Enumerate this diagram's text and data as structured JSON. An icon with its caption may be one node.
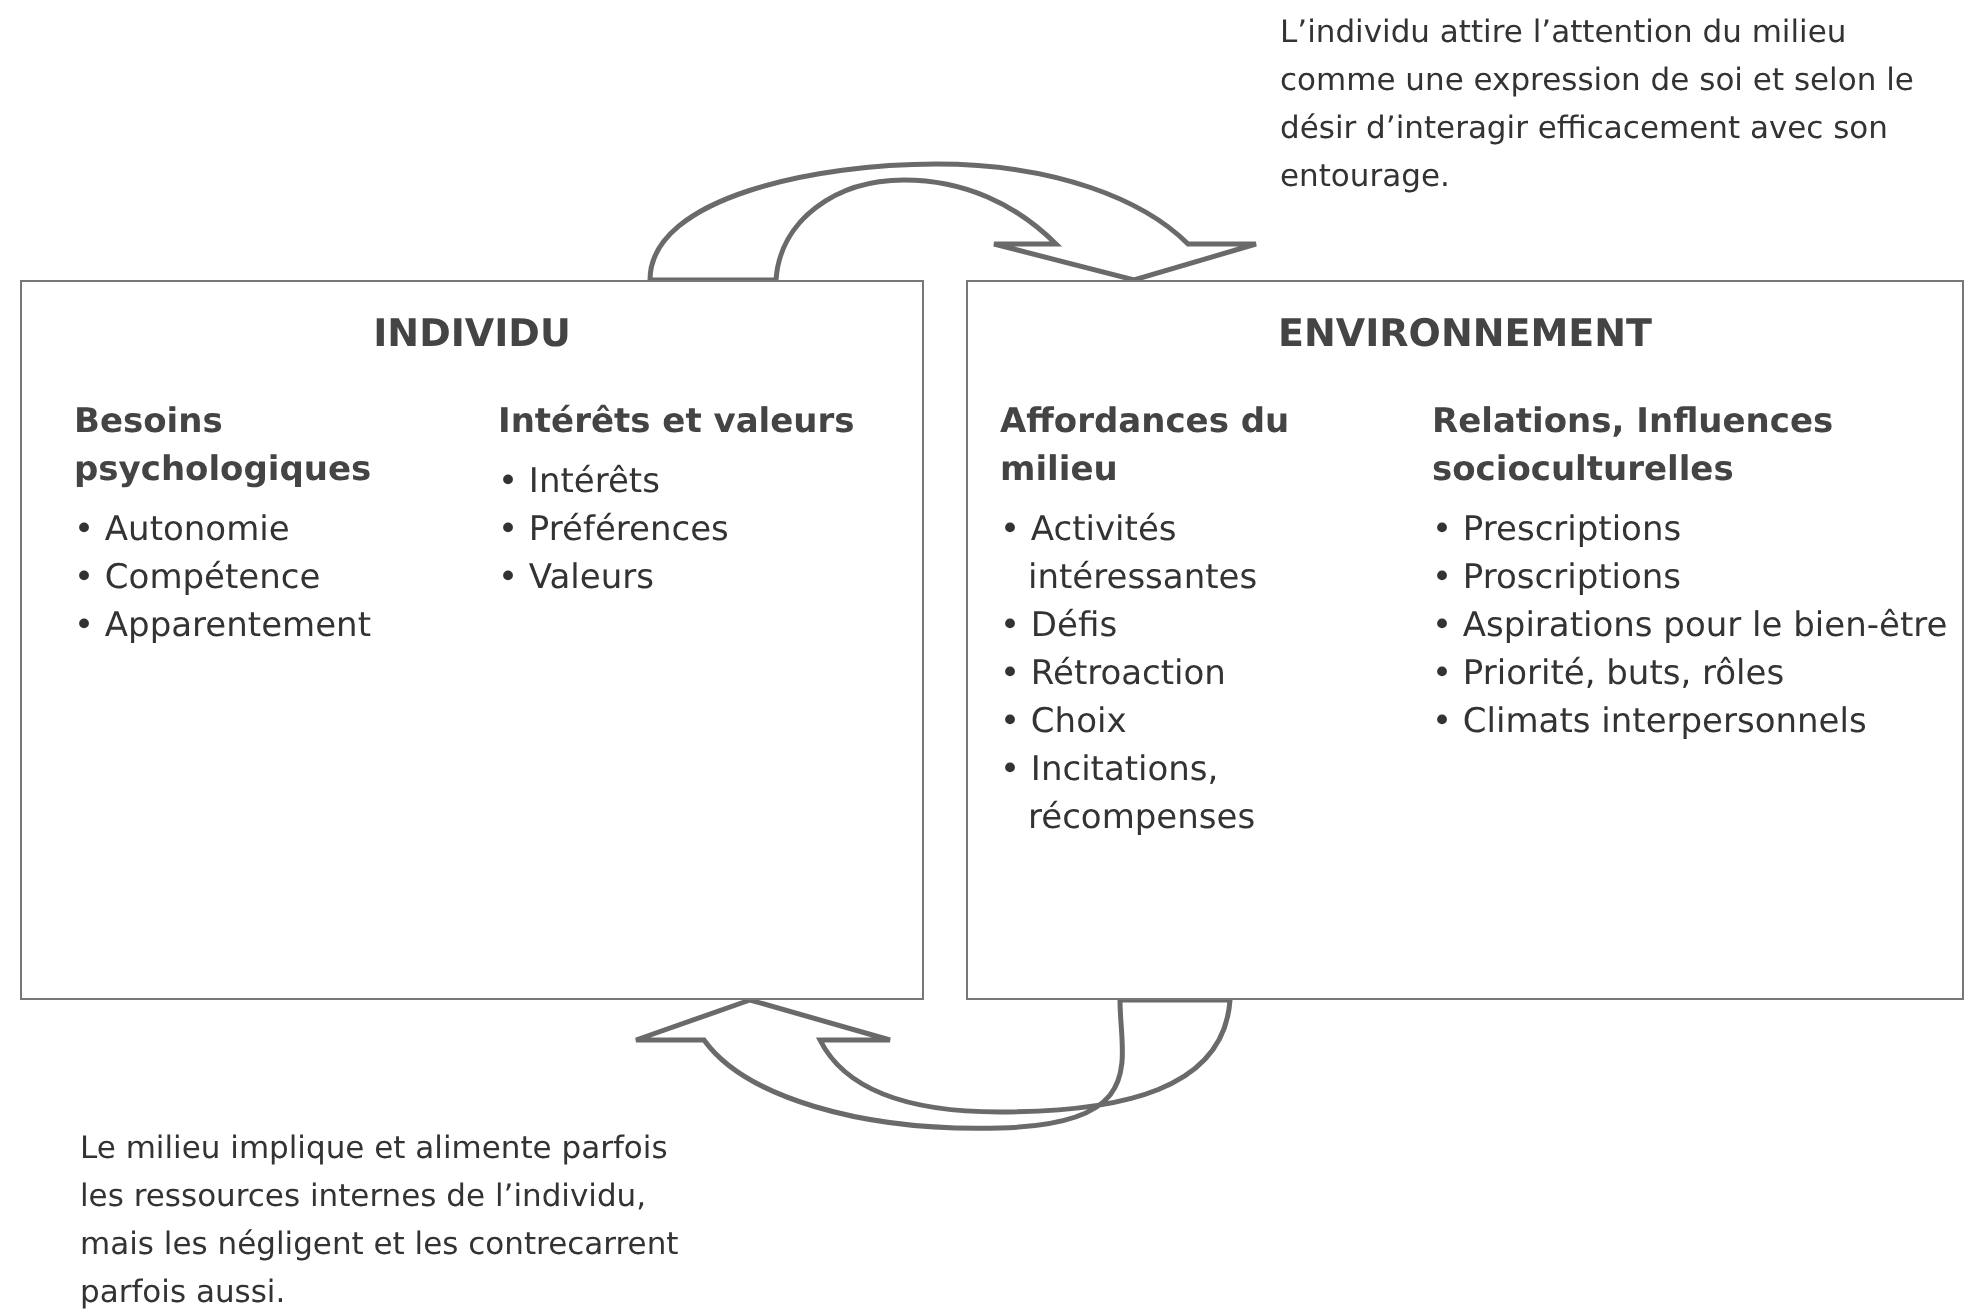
{
  "diagram": {
    "nodes": [
      {
        "text": [
          "INDIVIDU",
          "Besoins psychologiques",
          "• Autonomie",
          "• Compétence",
          "• Apparentement",
          "Intérêts et valeurs",
          "• Intérêts",
          "• Préférences",
          "• Valeurs"
        ]
      },
      {
        "text": [
          "ENVIRONNEMENT",
          "Affordances du milieu",
          "• Activités intéressantes",
          "• Défis",
          "• Rétroaction",
          "• Choix",
          "• Incitations, récompenses",
          "Relations, Influences socioculturelles",
          "• Prescriptions",
          "• Proscriptions",
          "• Aspirations pour le bien-être",
          "• Priorité, buts, rôles",
          "• Climats interpersonnels"
        ]
      }
    ],
    "edges": [
      {
        "from": 0,
        "to": 1,
        "arrow": "to"
      },
      {
        "from": 1,
        "to": 0,
        "arrow": "to"
      }
    ],
    "labels": [
      "L’individu attire l’attention du milieu comme une expression de soi et selon le désir d’interagir efficacement avec son entourage.",
      "Le milieu implique et alimente parfois les ressources internes de l’individu, mais les négligent et les contrecarrent parfois aussi."
    ]
  }
}
